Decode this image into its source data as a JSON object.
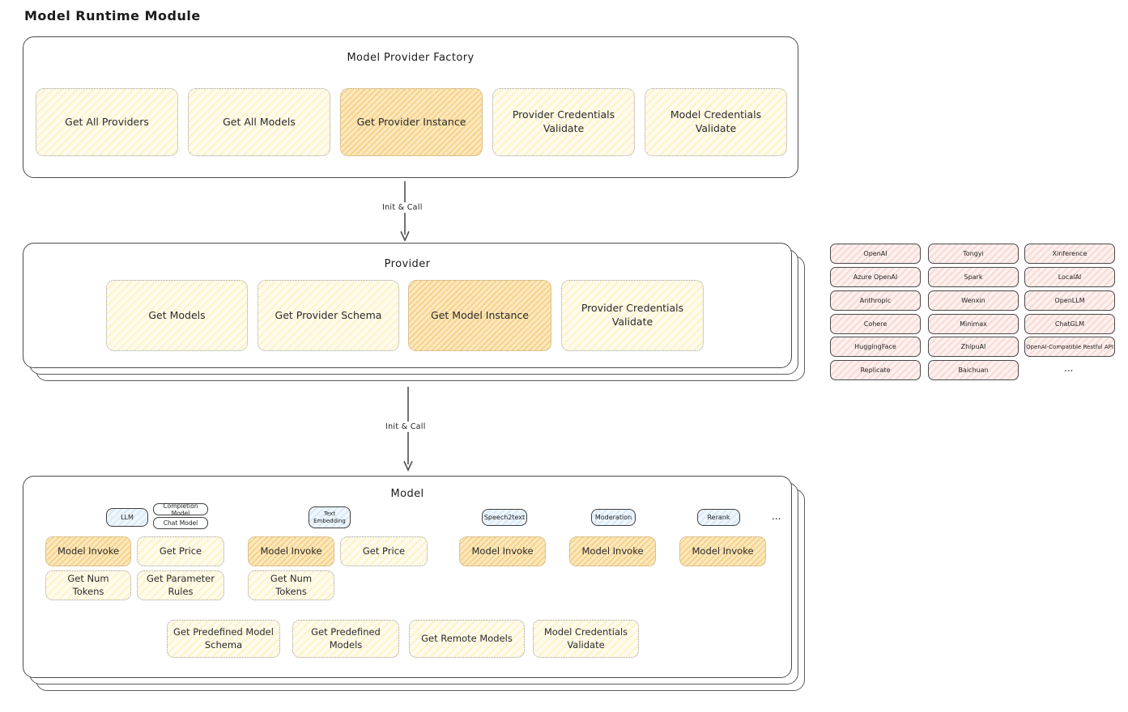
{
  "page": {
    "title": "Model Runtime Module"
  },
  "colors": {
    "highlight_fill": "#f6c76b",
    "button_fill": "#fff9db",
    "provider_chip_fill": "#f8dad4",
    "tab_fill": "#d9eaf8"
  },
  "factory": {
    "title": "Model Provider Factory",
    "buttons": [
      {
        "label": "Get All Providers",
        "highlight": false
      },
      {
        "label": "Get All Models",
        "highlight": false
      },
      {
        "label": "Get Provider Instance",
        "highlight": true
      },
      {
        "label": "Provider Credentials Validate",
        "highlight": false
      },
      {
        "label": "Model Credentials Validate",
        "highlight": false
      }
    ]
  },
  "arrows": [
    {
      "label": "Init & Call"
    },
    {
      "label": "Init & Call"
    }
  ],
  "provider": {
    "title": "Provider",
    "buttons": [
      {
        "label": "Get Models",
        "highlight": false
      },
      {
        "label": "Get Provider Schema",
        "highlight": false
      },
      {
        "label": "Get Model Instance",
        "highlight": true
      },
      {
        "label": "Provider Credentials Validate",
        "highlight": false
      }
    ]
  },
  "providers_panel": {
    "columns": [
      {
        "items": [
          "OpenAI",
          "Azure OpenAI",
          "Anthropic",
          "Cohere",
          "HuggingFace",
          "Replicate"
        ]
      },
      {
        "items": [
          "Tongyi",
          "Spark",
          "Wenxin",
          "Minimax",
          "ZhipuAI",
          "Baichuan"
        ]
      },
      {
        "items": [
          "Xinference",
          "LocalAI",
          "OpenLLM",
          "ChatGLM",
          "OpenAI-Compatible Restful API"
        ]
      }
    ],
    "more_label": "..."
  },
  "model": {
    "title": "Model",
    "tabs": [
      {
        "label": "LLM"
      },
      {
        "label": "Completion Model"
      },
      {
        "label": "Chat Model"
      },
      {
        "label": "Text Embedding"
      },
      {
        "label": "Speech2text"
      },
      {
        "label": "Moderation"
      },
      {
        "label": "Rerank"
      }
    ],
    "tabs_more_label": "...",
    "llm": {
      "invoke": "Model Invoke",
      "get_price": "Get Price",
      "get_num_tokens": "Get Num Tokens",
      "get_parameter_rules": "Get Parameter Rules"
    },
    "text_embedding": {
      "invoke": "Model Invoke",
      "get_price": "Get Price",
      "get_num_tokens": "Get Num Tokens"
    },
    "speech2text": {
      "invoke": "Model Invoke"
    },
    "moderation": {
      "invoke": "Model Invoke"
    },
    "rerank": {
      "invoke": "Model Invoke"
    },
    "bottom_buttons": [
      "Get Predefined Model Schema",
      "Get Predefined Models",
      "Get Remote Models",
      "Model Credentials Validate"
    ]
  }
}
